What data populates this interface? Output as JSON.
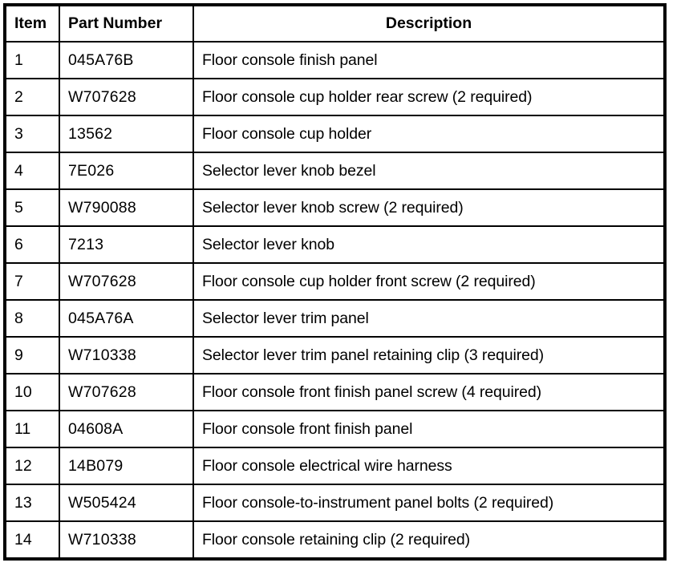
{
  "table": {
    "columns": [
      {
        "key": "item",
        "label": "Item",
        "align": "left"
      },
      {
        "key": "part_number",
        "label": "Part Number",
        "align": "left"
      },
      {
        "key": "description",
        "label": "Description",
        "align": "center"
      }
    ],
    "rows": [
      {
        "item": "1",
        "part_number": "045A76B",
        "description": "Floor console finish panel"
      },
      {
        "item": "2",
        "part_number": "W707628",
        "description": "Floor console cup holder rear screw (2 required)"
      },
      {
        "item": "3",
        "part_number": "13562",
        "description": "Floor console cup holder"
      },
      {
        "item": "4",
        "part_number": "7E026",
        "description": "Selector lever knob bezel"
      },
      {
        "item": "5",
        "part_number": "W790088",
        "description": "Selector lever knob screw (2 required)"
      },
      {
        "item": "6",
        "part_number": "7213",
        "description": "Selector lever knob"
      },
      {
        "item": "7",
        "part_number": "W707628",
        "description": "Floor console cup holder front screw (2 required)"
      },
      {
        "item": "8",
        "part_number": "045A76A",
        "description": "Selector lever trim panel"
      },
      {
        "item": "9",
        "part_number": "W710338",
        "description": "Selector lever trim panel retaining clip (3 required)"
      },
      {
        "item": "10",
        "part_number": "W707628",
        "description": "Floor console front finish panel screw (4 required)"
      },
      {
        "item": "11",
        "part_number": "04608A",
        "description": "Floor console front finish panel"
      },
      {
        "item": "12",
        "part_number": "14B079",
        "description": "Floor console electrical wire harness"
      },
      {
        "item": "13",
        "part_number": "W505424",
        "description": "Floor console-to-instrument panel bolts (2 required)"
      },
      {
        "item": "14",
        "part_number": "W710338",
        "description": "Floor console retaining clip (2 required)"
      }
    ]
  },
  "style": {
    "border_color": "#000000",
    "text_color": "#000000",
    "background_color": "#ffffff"
  }
}
